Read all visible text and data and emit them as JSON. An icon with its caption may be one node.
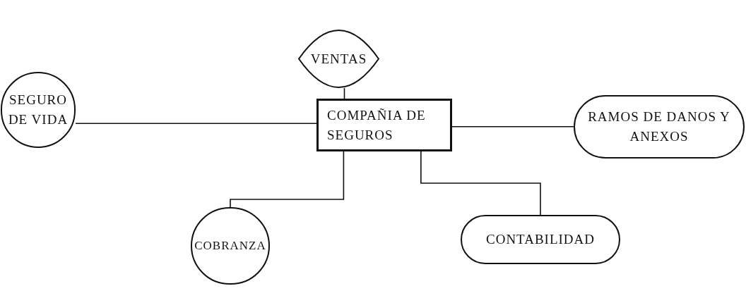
{
  "diagram": {
    "nodes": [
      {
        "text": [
          "VENTAS"
        ]
      },
      {
        "text": [
          "SEGURO DE VIDA"
        ]
      },
      {
        "text": [
          "COMPAÑIA DE SEGUROS"
        ]
      },
      {
        "text": [
          "RAMOS DE DANOS Y ANEXOS"
        ]
      },
      {
        "text": [
          "COBRANZA"
        ]
      },
      {
        "text": [
          "CONTABILIDAD"
        ]
      }
    ],
    "edges": [
      {
        "from": 2,
        "to": 0,
        "arrow": "none"
      },
      {
        "from": 2,
        "to": 1,
        "arrow": "none"
      },
      {
        "from": 2,
        "to": 3,
        "arrow": "none"
      },
      {
        "from": 2,
        "to": 4,
        "arrow": "none"
      },
      {
        "from": 2,
        "to": 5,
        "arrow": "none"
      }
    ]
  }
}
